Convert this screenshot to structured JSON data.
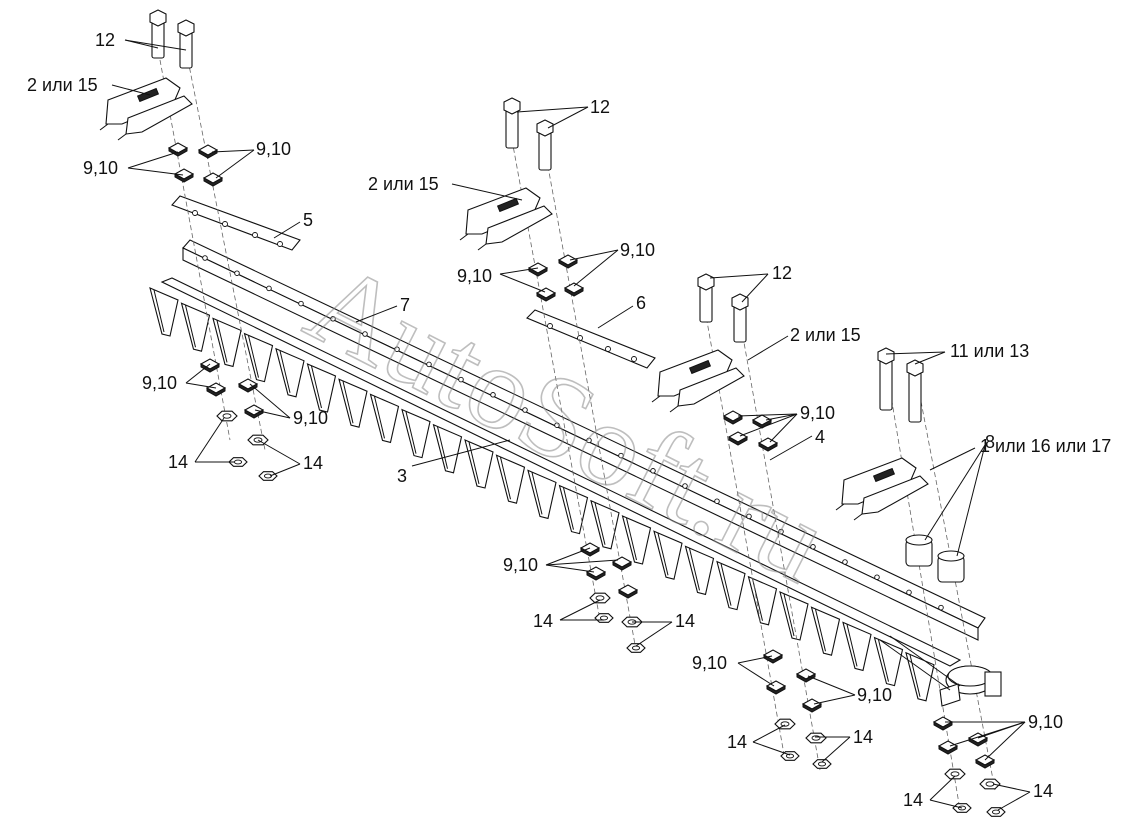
{
  "watermark": "AutoSoft.ru",
  "labels": {
    "l12_a": "12",
    "l12_b": "12",
    "l12_c": "12",
    "l2_15_a": "2 или 15",
    "l2_15_b": "2 или 15",
    "l2_15_c": "2 или 15",
    "l9_10_a": "9,10",
    "l9_10_b": "9,10",
    "l9_10_c": "9,10",
    "l9_10_d": "9,10",
    "l9_10_e": "9,10",
    "l9_10_f": "9,10",
    "l9_10_g": "9,10",
    "l9_10_h": "9,10",
    "l9_10_i": "9,10",
    "l9_10_j": "9,10",
    "l9_10_k": "9,10",
    "l5": "5",
    "l6": "6",
    "l7": "7",
    "l3": "3",
    "l4": "4",
    "l8": "8",
    "l11_13": "11 или 13",
    "l1_16_17": "1 или 16 или 17",
    "l14_a": "14",
    "l14_b": "14",
    "l14_c": "14",
    "l14_d": "14",
    "l14_e": "14",
    "l14_f": "14",
    "l14_g": "14",
    "l14_h": "14"
  }
}
